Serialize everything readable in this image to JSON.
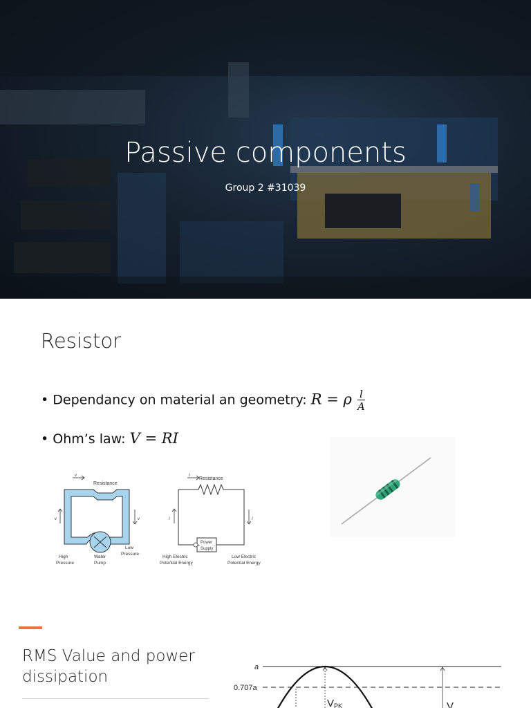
{
  "slides": {
    "title_slide": {
      "title": "Passive components",
      "subtitle": "Group 2 #31039"
    },
    "resistor_slide": {
      "title": "Resistor",
      "bullet1_text": "Dependancy on material an geometry: ",
      "bullet1_formula": {
        "lhs": "R",
        "eq": "=",
        "rho": "ρ",
        "num": "l",
        "den": "A"
      },
      "bullet2_text": "Ohm’s law: ",
      "bullet2_formula": {
        "lhs": "V",
        "eq": "=",
        "rhs": "RI"
      },
      "water_diagram": {
        "resistance": "Resistance",
        "v": "v",
        "high_pressure_1": "High",
        "high_pressure_2": "Pressure",
        "pump_1": "Water",
        "pump_2": "Pump",
        "low_pressure_1": "Low",
        "low_pressure_2": "Pressure"
      },
      "electric_diagram": {
        "resistance": "Resistance",
        "i": "I",
        "supply_1": "Power",
        "supply_2": "Supply",
        "plus": "+",
        "minus": "-",
        "high_1": "High Electric",
        "high_2": "Potential Energy",
        "low_1": "Low Electric",
        "low_2": "Potential Energy"
      }
    },
    "rms_slide": {
      "title": "RMS Value and power dissipation",
      "labels": {
        "a": "a",
        "a707": "0.707a",
        "vpk_main": "V",
        "vpk_sub": "PK",
        "vrms": "V"
      }
    }
  },
  "colors": {
    "accent": "#e8743b",
    "water": "#a8d4ee",
    "resistor_body": "#2fa57c"
  }
}
